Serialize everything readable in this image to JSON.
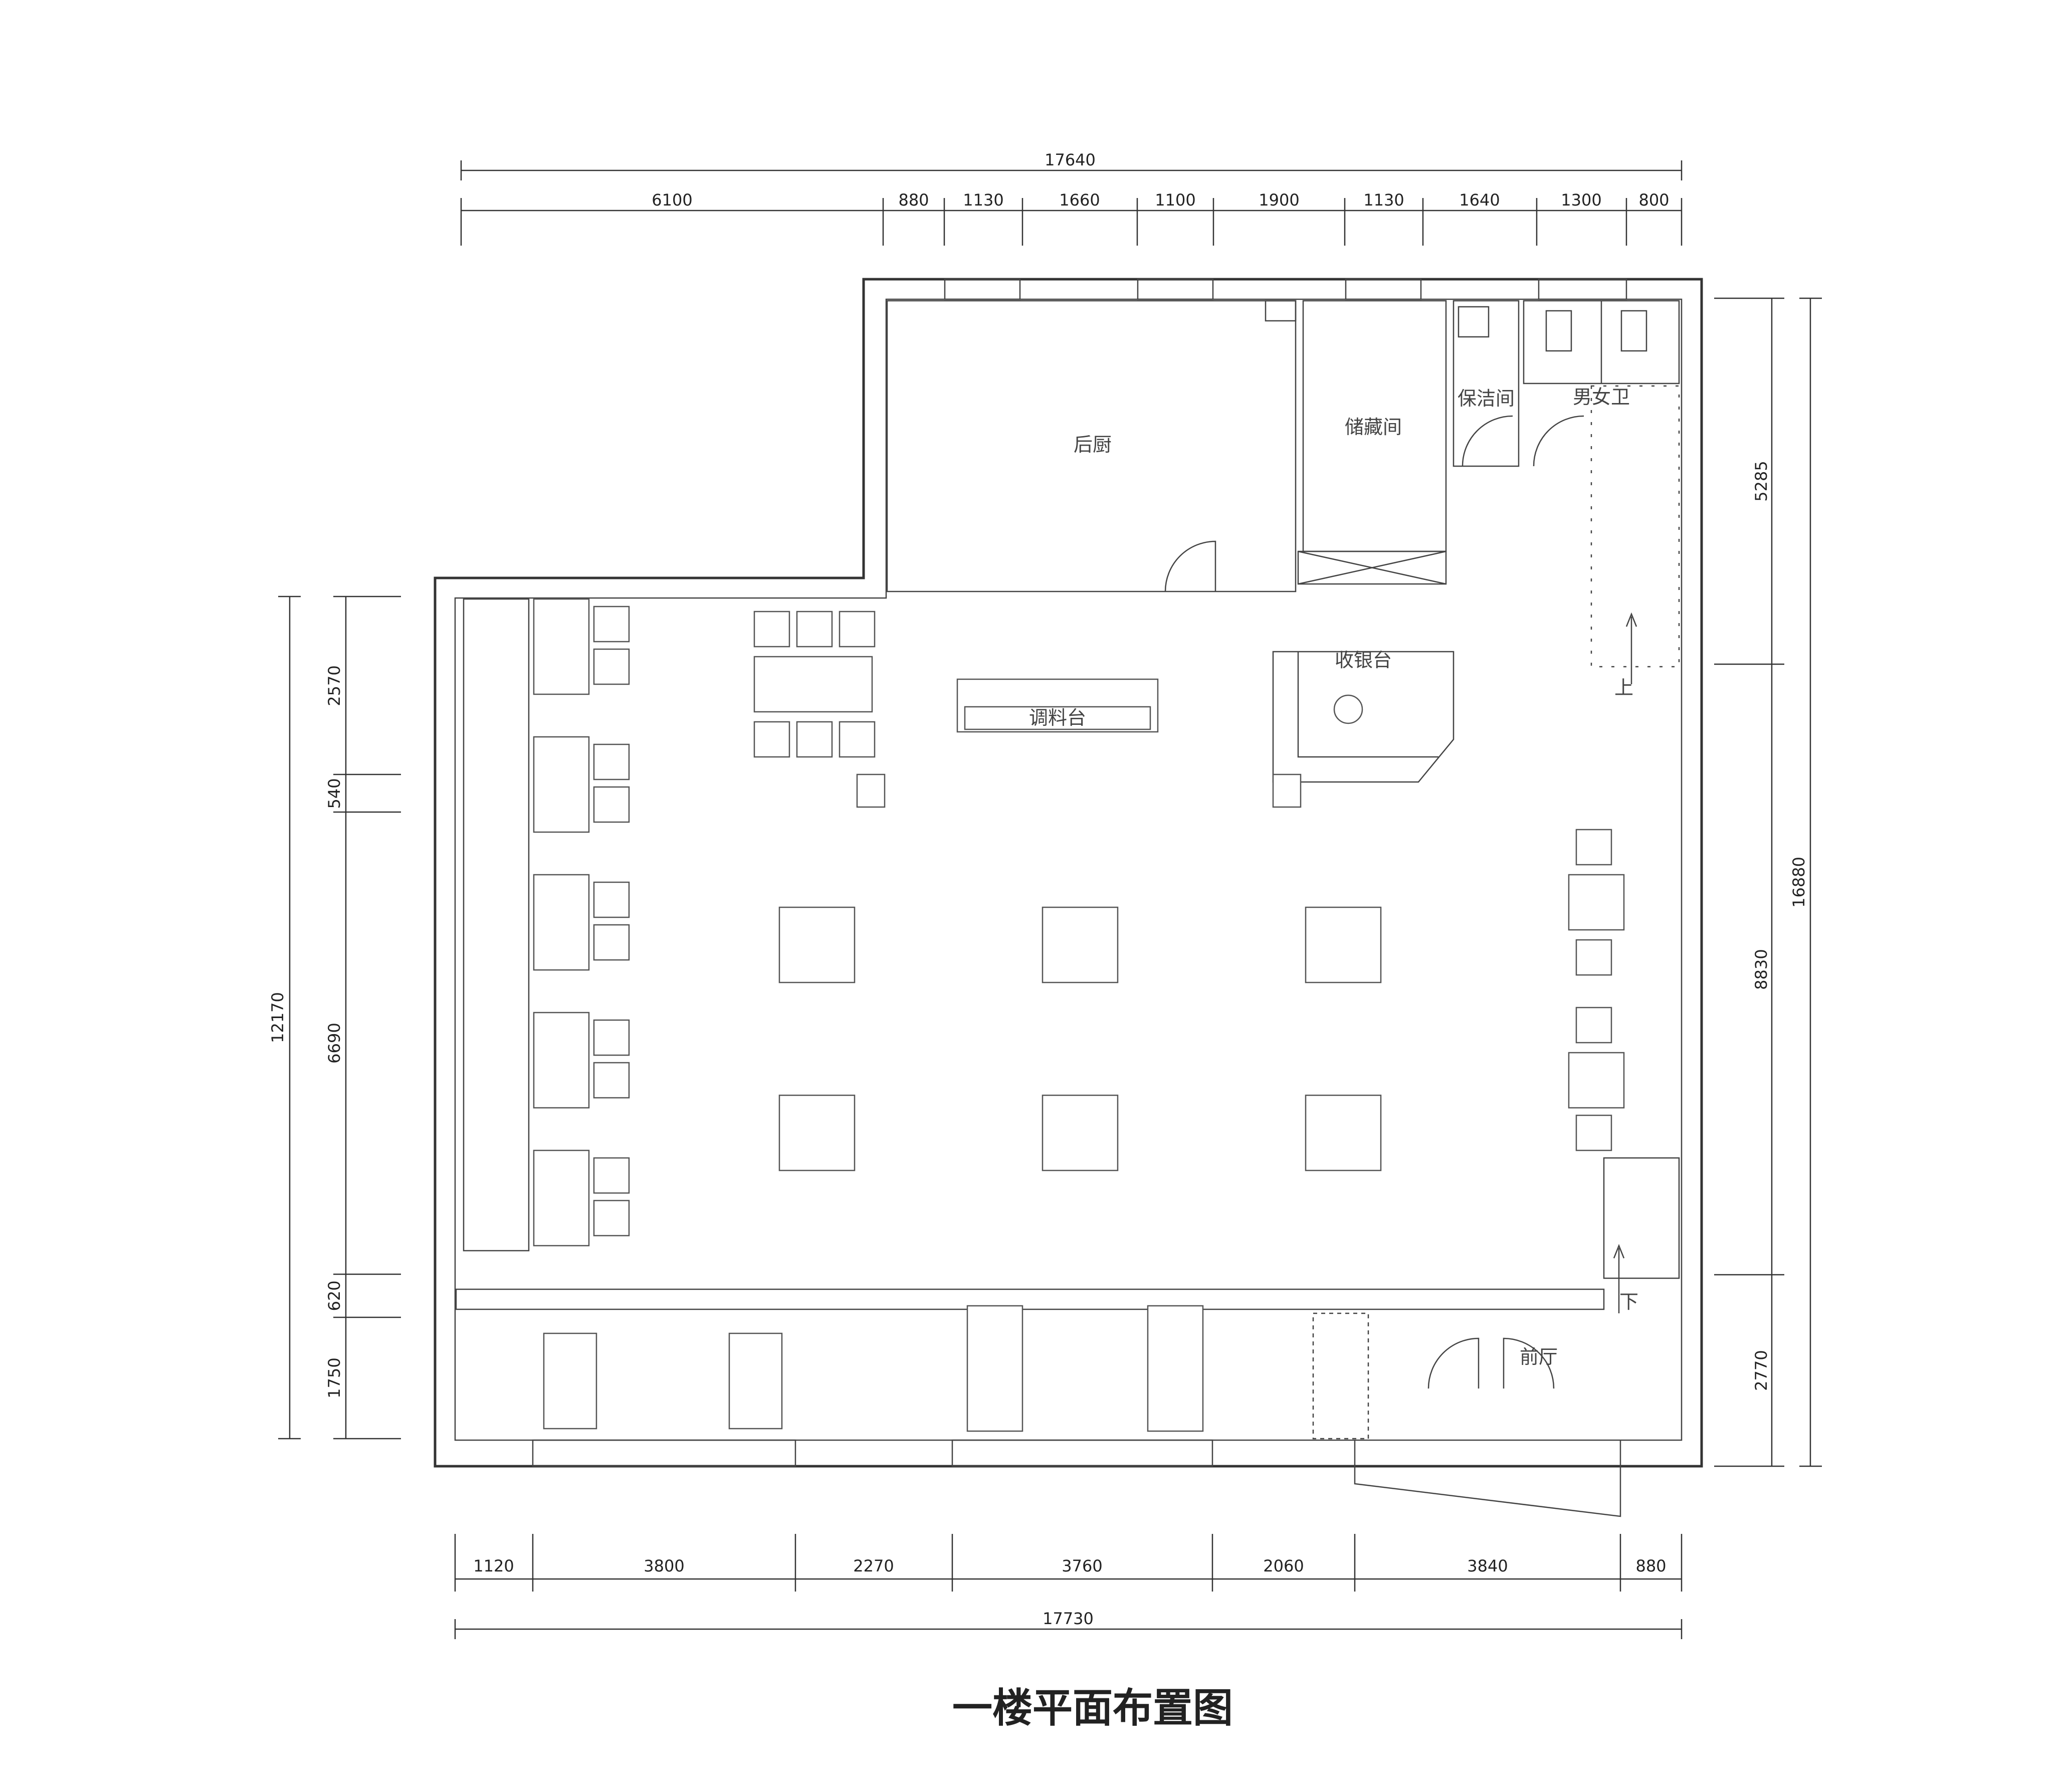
{
  "title": "一楼平面布置图",
  "rooms": {
    "kitchen": "后厨",
    "storage": "储藏间",
    "cleaning": "保洁间",
    "restroom": "男女卫",
    "cashier": "收银台",
    "seasoning": "调料台",
    "lobby": "前厅",
    "stairs_up": "上",
    "stairs_down": "下"
  },
  "dimensions": {
    "top_total": "17640",
    "top_segments": [
      "6100",
      "880",
      "1130",
      "1660",
      "1100",
      "1900",
      "1130",
      "1640",
      "1300",
      "800"
    ],
    "bottom_total": "17730",
    "bottom_segments": [
      "1120",
      "3800",
      "2270",
      "3760",
      "2060",
      "3840",
      "880"
    ],
    "left_total": "12170",
    "left_segments": [
      "2570",
      "540",
      "6690",
      "620",
      "1750"
    ],
    "right_total": "16880",
    "right_segments": [
      "5285",
      "8830",
      "2770"
    ]
  },
  "colors": {
    "line": "#333333",
    "text": "#222222",
    "background": "#ffffff"
  }
}
